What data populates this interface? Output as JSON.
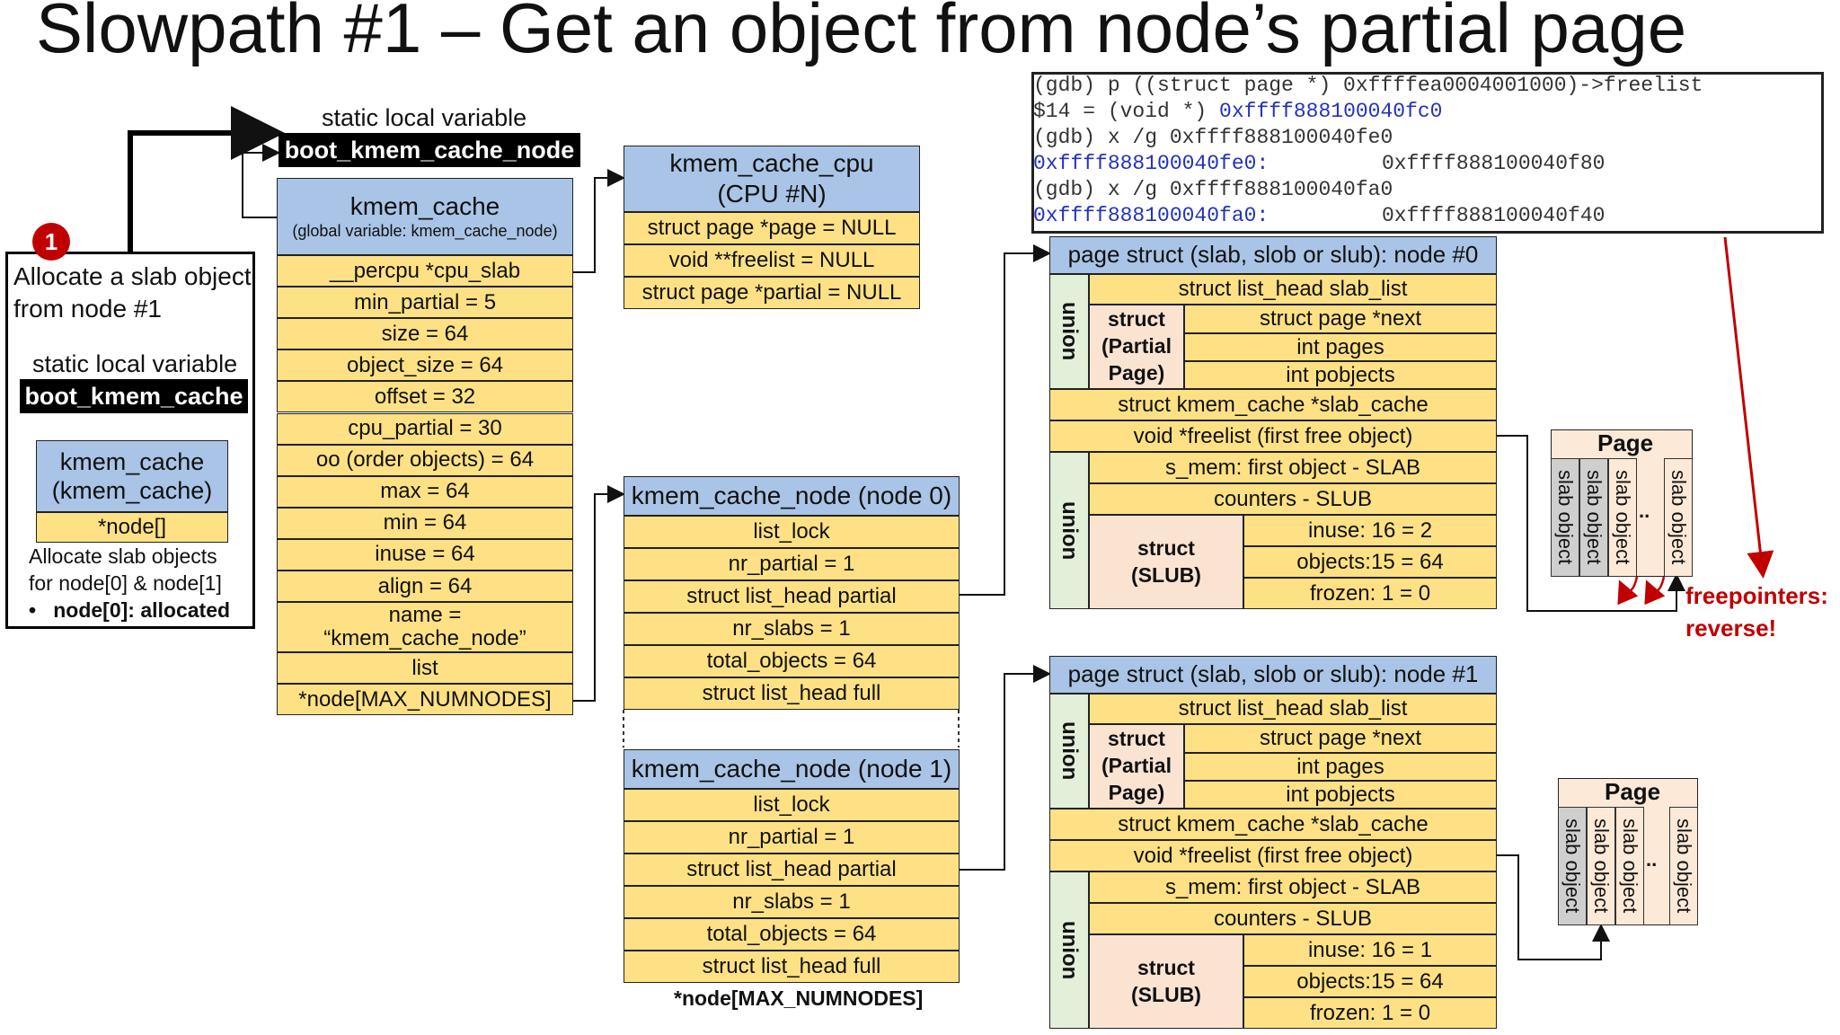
{
  "title": "Slowpath #1 – Get an object from node’s partial page",
  "step": {
    "badge": "1",
    "text_line1": "Allocate a slab object",
    "text_line2": "from node #1",
    "static_label": "static local variable",
    "var_name": "boot_kmem_cache",
    "cache_title_1": "kmem_cache",
    "cache_title_2": "(kmem_cache)",
    "cache_field": "*node[]",
    "note_line1": "Allocate slab objects",
    "note_line2": "for node[0] & node[1]",
    "bullet": "node[0]: allocated"
  },
  "top_var": {
    "static_label": "static local variable",
    "var_name": "boot_kmem_cache_node"
  },
  "kmem_cache": {
    "title": "kmem_cache",
    "subtitle": "(global variable: kmem_cache_node)",
    "fields": [
      "__percpu *cpu_slab",
      "min_partial = 5",
      "size = 64",
      "object_size = 64",
      "offset = 32",
      "cpu_partial = 30",
      "oo (order objects) = 64",
      "max = 64",
      "min = 64",
      "inuse = 64",
      "align = 64"
    ],
    "name_line1": "name =",
    "name_line2": "“kmem_cache_node”",
    "list": "list",
    "node": "*node[MAX_NUMNODES]"
  },
  "cpu": {
    "title_1": "kmem_cache_cpu",
    "title_2": "(CPU #N)",
    "fields": [
      "struct page *page = NULL",
      "void **freelist = NULL",
      "struct page *partial = NULL"
    ]
  },
  "node0": {
    "title": "kmem_cache_node (node 0)",
    "fields": [
      "list_lock",
      "nr_partial = 1",
      "struct list_head partial",
      "nr_slabs = 1",
      "total_objects = 64",
      "struct list_head full"
    ]
  },
  "node1": {
    "title": "kmem_cache_node (node 1)",
    "fields": [
      "list_lock",
      "nr_partial = 1",
      "struct list_head partial",
      "nr_slabs = 1",
      "total_objects = 64",
      "struct list_head full"
    ],
    "footer": "*node[MAX_NUMNODES]"
  },
  "gdb": {
    "l1": "(gdb) p ((struct page *) 0xffffea0004001000)->freelist",
    "l2a": "$14 = (void *) ",
    "l2b": "0xffff888100040fc0",
    "l3": "(gdb) x /g 0xffff888100040fe0",
    "l4a": "0xffff888100040fe0:",
    "l4b": "0xffff888100040f80",
    "l5": "(gdb) x /g 0xffff888100040fa0",
    "l6a": "0xffff888100040fa0:",
    "l6b": "0xffff888100040f40"
  },
  "page0": {
    "title": "page struct (slab, slob or slub): node #0",
    "slab_list": "struct list_head slab_list",
    "union": "union",
    "partial_1": "struct",
    "partial_2": "(Partial",
    "partial_3": "Page)",
    "next": "struct page *next",
    "pages": "int pages",
    "pobjects": "int pobjects",
    "slab_cache": "struct kmem_cache *slab_cache",
    "freelist": "void *freelist (first free object)",
    "union2": "union",
    "s_mem": "s_mem: first object - SLAB",
    "counters": "counters - SLUB",
    "slub_1": "struct",
    "slub_2": "(SLUB)",
    "inuse": "inuse: 16 = 2",
    "objects": "objects:15 = 64",
    "frozen": "frozen: 1 = 0"
  },
  "page1": {
    "title": "page struct (slab, slob or slub): node #1",
    "slab_list": "struct list_head slab_list",
    "union": "union",
    "partial_1": "struct",
    "partial_2": "(Partial",
    "partial_3": "Page)",
    "next": "struct page *next",
    "pages": "int pages",
    "pobjects": "int pobjects",
    "slab_cache": "struct kmem_cache *slab_cache",
    "freelist": "void *freelist (first free object)",
    "union2": "union",
    "s_mem": "s_mem: first object - SLAB",
    "counters": "counters - SLUB",
    "slub_1": "struct",
    "slub_2": "(SLUB)",
    "inuse": "inuse: 16 = 1",
    "objects": "objects:15 = 64",
    "frozen": "frozen: 1 = 0"
  },
  "slabpage0": {
    "title": "Page",
    "obj": "slab object",
    "dots": ".."
  },
  "slabpage1": {
    "title": "Page",
    "obj": "slab object",
    "dots": ".."
  },
  "freeptr": {
    "l1": "freepointers:",
    "l2": "reverse!"
  },
  "colors": {
    "yellow": "#fde184",
    "blue": "#a9c4e6",
    "green": "#e2efd9",
    "peach": "#fbe3d2",
    "gray": "#cfcfcf",
    "red": "#c00000"
  }
}
